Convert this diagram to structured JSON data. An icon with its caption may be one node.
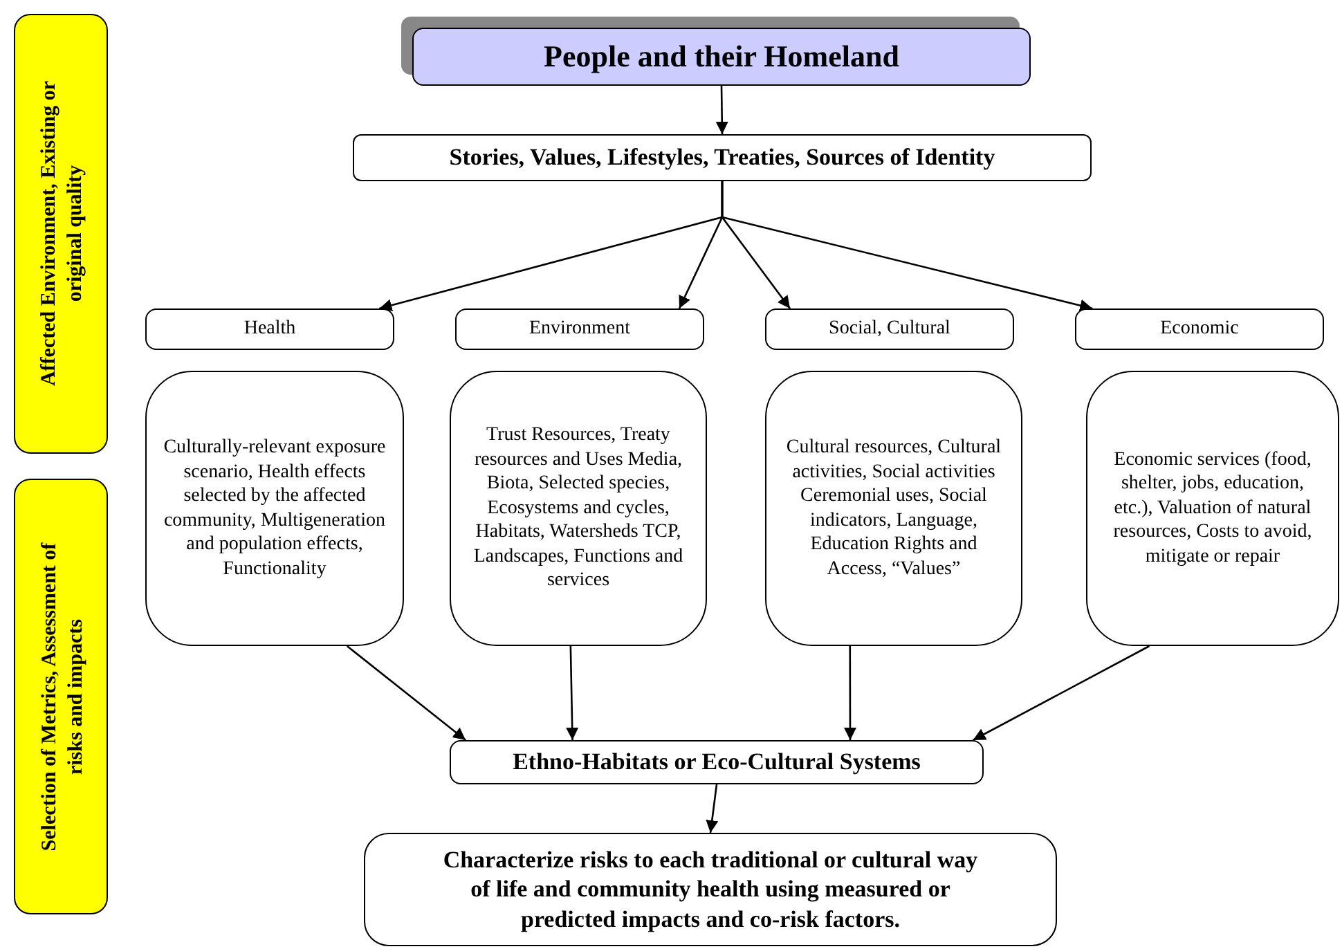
{
  "diagram": {
    "nodes": [
      {
        "text": [
          "Affected Environment, Existing or original quality"
        ]
      },
      {
        "text": [
          "Selection of Metrics, Assessment of risks and impacts"
        ]
      },
      {
        "text": [
          "People and their Homeland"
        ]
      },
      {
        "text": [
          "Stories, Values, Lifestyles, Treaties, Sources of Identity"
        ]
      },
      {
        "text": [
          "Health"
        ]
      },
      {
        "text": [
          "Environment"
        ]
      },
      {
        "text": [
          "Social, Cultural"
        ]
      },
      {
        "text": [
          "Economic"
        ]
      },
      {
        "text": [
          "Culturally-relevant exposure scenario, Health effects selected by the affected community, Multigeneration and population effects, Functionality"
        ]
      },
      {
        "text": [
          "Trust Resources, Treaty resources and Uses Media, Biota, Selected species, Ecosystems and cycles, Habitats, Watersheds TCP, Landscapes, Functions and services"
        ]
      },
      {
        "text": [
          "Cultural resources, Cultural activities, Social activities Ceremonial uses, Social indicators, Language, Education Rights and Access, “Values”"
        ]
      },
      {
        "text": [
          "Economic services (food, shelter, jobs, education, etc.), Valuation of natural resources, Costs to avoid, mitigate or repair"
        ]
      },
      {
        "text": [
          "Ethno-Habitats or Eco-Cultural Systems"
        ]
      },
      {
        "text": [
          "Characterize risks to each traditional or cultural way of life and community health using measured or predicted impacts and co-risk factors."
        ]
      }
    ],
    "edges": [
      {
        "from": 2,
        "to": 3,
        "arrow": "to"
      },
      {
        "from": 3,
        "to": 4,
        "arrow": "to"
      },
      {
        "from": 3,
        "to": 5,
        "arrow": "to"
      },
      {
        "from": 3,
        "to": 6,
        "arrow": "to"
      },
      {
        "from": 3,
        "to": 7,
        "arrow": "to"
      },
      {
        "from": 8,
        "to": 12,
        "arrow": "to"
      },
      {
        "from": 9,
        "to": 12,
        "arrow": "to"
      },
      {
        "from": 10,
        "to": 12,
        "arrow": "to"
      },
      {
        "from": 11,
        "to": 12,
        "arrow": "to"
      },
      {
        "from": 12,
        "to": 13,
        "arrow": "to"
      }
    ]
  }
}
